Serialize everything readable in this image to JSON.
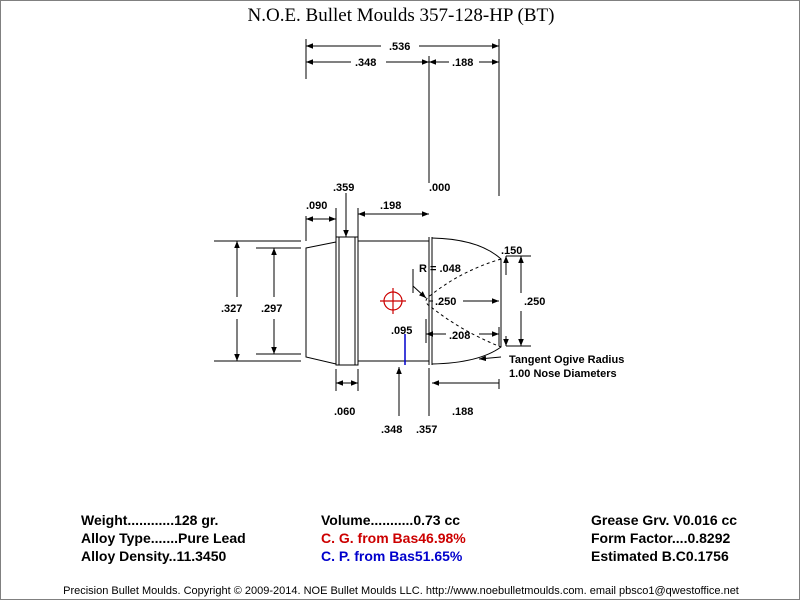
{
  "title": "N.O.E. Bullet Moulds   357-128-HP (BT)",
  "dimensions": {
    "overall_length": ".536",
    "shank_length": ".348",
    "nose_length": ".188",
    "band_diameter": ".359",
    "nose_start": ".000",
    "base_band_length": ".090",
    "body_length": ".198",
    "base_diameter": ".327",
    "base_inner_diameter": ".297",
    "meplat_offset": ".150",
    "hp_radius": "R = .048",
    "hp_diameter": ".250",
    "nose_diameter": ".250",
    "hp_depth": ".208",
    "cg_offset": ".095",
    "grease_groove_width": ".060",
    "shank_mark": ".348",
    "band_mark": ".357",
    "nose_mark": ".188"
  },
  "ogive_note": {
    "line1": "Tangent Ogive Radius",
    "line2": "1.00  Nose Diameters"
  },
  "stats": {
    "left": [
      {
        "label": "Weight............",
        "value": "128 gr."
      },
      {
        "label": "Alloy Type.......",
        "value": "Pure Lead"
      },
      {
        "label": "Alloy Density..",
        "value": "11.3450"
      }
    ],
    "middle": [
      {
        "label": "Volume...........",
        "value": "0.73 cc"
      },
      {
        "label": "C. G. from Bas",
        "value": "46.98%"
      },
      {
        "label": "C. P. from Bas",
        "value": "51.65%"
      }
    ],
    "right": [
      {
        "label": "Grease Grv. V",
        "value": "0.016 cc"
      },
      {
        "label": "Form Factor....",
        "value": "0.8292"
      },
      {
        "label": "Estimated B.C",
        "value": "0.1756"
      }
    ]
  },
  "colors": {
    "cg": "#cc0000",
    "cp": "#0000cc",
    "line": "#000000"
  },
  "footer": "Precision Bullet Moulds. Copyright © 2009-2014. NOE Bullet Moulds LLC. http://www.noebulletmoulds.com.  email pbsco1@qwestoffice.net"
}
